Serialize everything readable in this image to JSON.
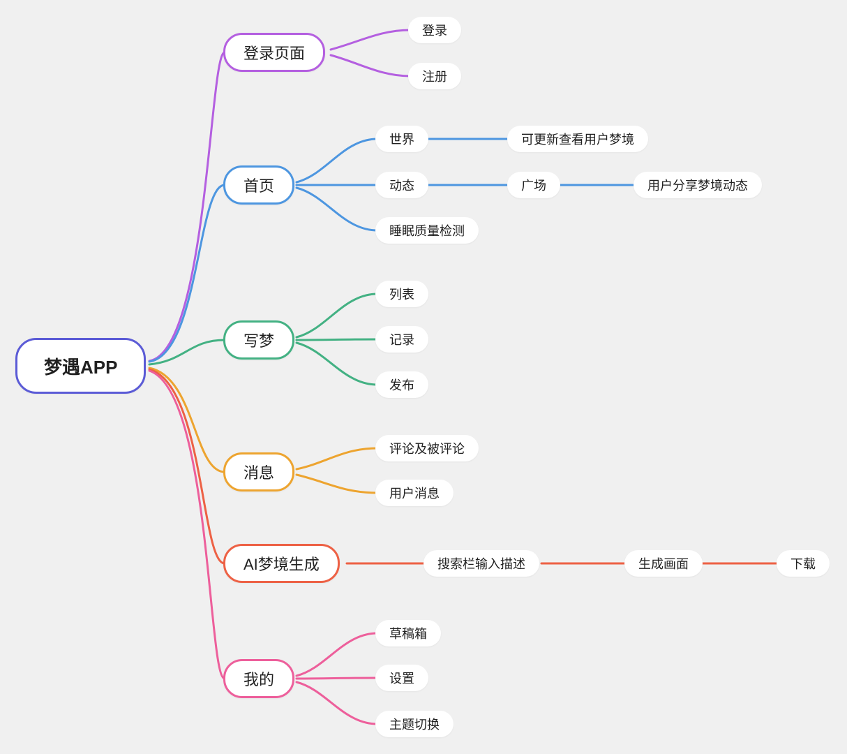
{
  "background": "#f0f0f0",
  "root": {
    "label": "梦遇APP",
    "color": "#5b5bd6"
  },
  "branches": [
    {
      "label": "登录页面",
      "color": "#b45fe0",
      "children": [
        {
          "label": "登录"
        },
        {
          "label": "注册"
        }
      ]
    },
    {
      "label": "首页",
      "color": "#4d96e0",
      "children": [
        {
          "label": "世界",
          "children": [
            {
              "label": "可更新查看用户梦境"
            }
          ]
        },
        {
          "label": "动态",
          "children": [
            {
              "label": "广场",
              "children": [
                {
                  "label": "用户分享梦境动态"
                }
              ]
            }
          ]
        },
        {
          "label": "睡眠质量检测"
        }
      ]
    },
    {
      "label": "写梦",
      "color": "#43b183",
      "children": [
        {
          "label": "列表"
        },
        {
          "label": "记录"
        },
        {
          "label": "发布"
        }
      ]
    },
    {
      "label": "消息",
      "color": "#eda42f",
      "children": [
        {
          "label": "评论及被评论"
        },
        {
          "label": "用户消息"
        }
      ]
    },
    {
      "label": "AI梦境生成",
      "color": "#ed6145",
      "children": [
        {
          "label": "搜索栏输入描述",
          "children": [
            {
              "label": "生成画面",
              "children": [
                {
                  "label": "下载"
                }
              ]
            }
          ]
        }
      ]
    },
    {
      "label": "我的",
      "color": "#ed5f9b",
      "children": [
        {
          "label": "草稿箱"
        },
        {
          "label": "设置"
        },
        {
          "label": "主题切换"
        }
      ]
    }
  ]
}
